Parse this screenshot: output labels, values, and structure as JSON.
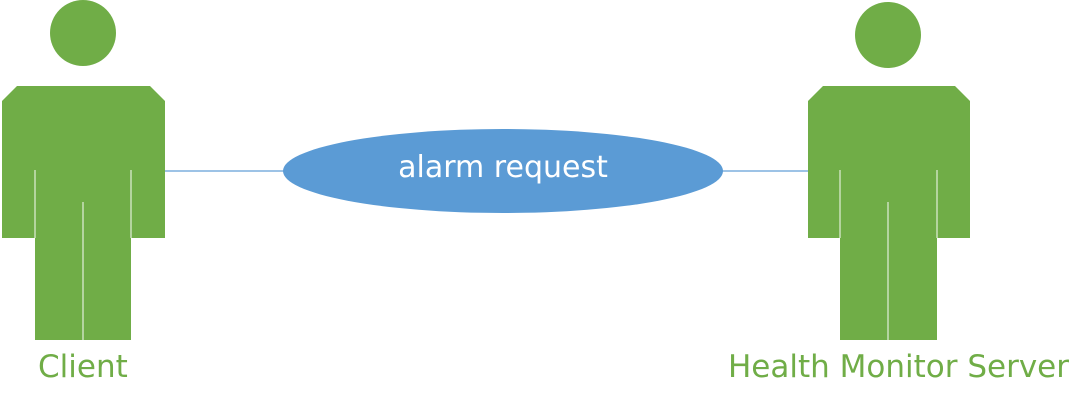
{
  "diagram": {
    "type": "use-case",
    "actors": {
      "client": {
        "label": "Client"
      },
      "server": {
        "label": "Health Monitor Server"
      }
    },
    "use_case": {
      "label": "alarm request"
    },
    "associations": [
      {
        "from": "Client",
        "to": "alarm request"
      },
      {
        "from": "alarm request",
        "to": "Health Monitor Server"
      }
    ]
  },
  "colors": {
    "actor": "#70ad47",
    "actor_divider": "#ffffff",
    "use_case_fill": "#5b9bd5",
    "use_case_text": "#ffffff",
    "connector": "#9dc3e6"
  }
}
